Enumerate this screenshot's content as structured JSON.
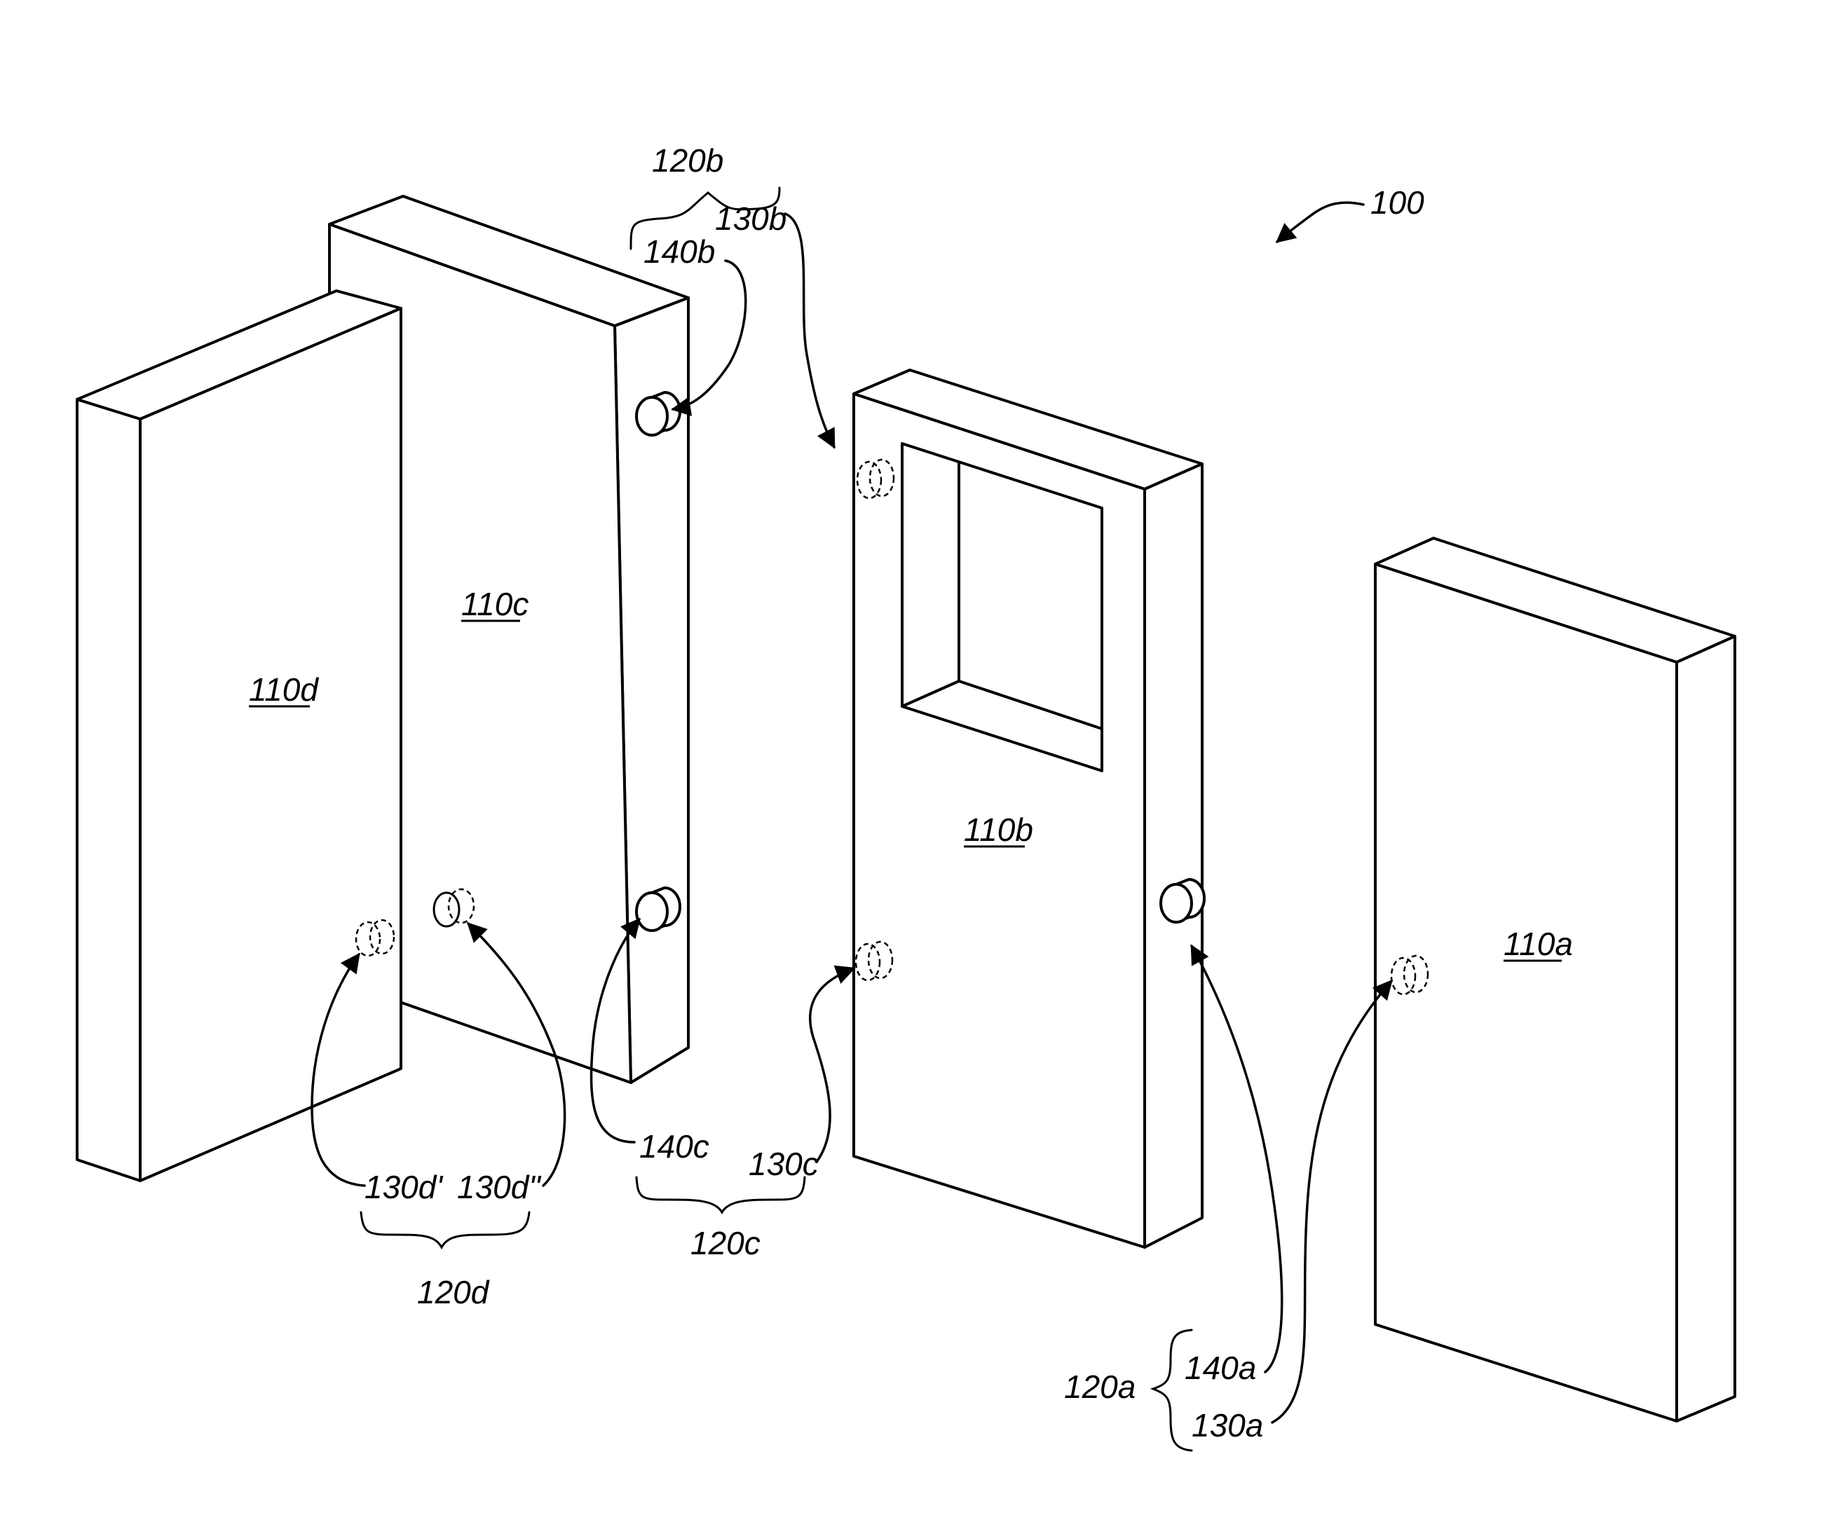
{
  "figure_ref": "100",
  "panels": {
    "a": "110a",
    "b": "110b",
    "c": "110c",
    "d": "110d"
  },
  "groups": {
    "a": "120a",
    "b": "120b",
    "c": "120c",
    "d": "120d"
  },
  "parts": {
    "p130a": "130a",
    "p130b": "130b",
    "p130c": "130c",
    "p130d1": "130d'",
    "p130d2": "130d\"",
    "p140a": "140a",
    "p140b": "140b",
    "p140c": "140c"
  }
}
